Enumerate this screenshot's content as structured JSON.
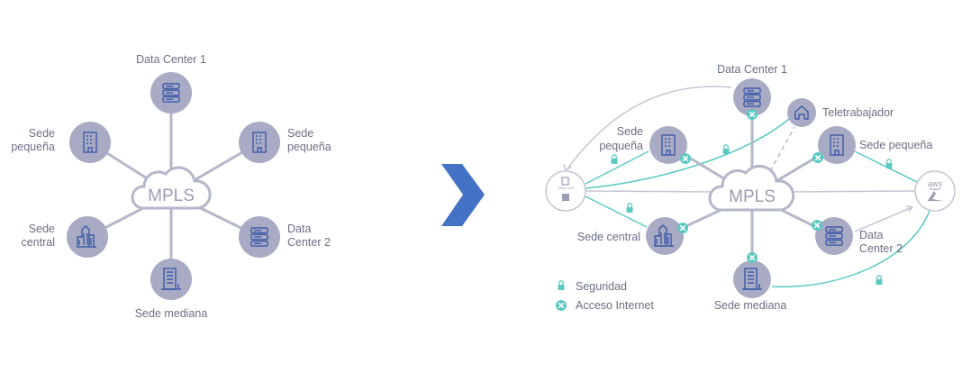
{
  "left_diagram": {
    "hub": "MPLS",
    "nodes": {
      "dc1": [
        "Data Center 1"
      ],
      "sede_pequena_left": [
        "Sede",
        "pequeña"
      ],
      "sede_pequena_right": [
        "Sede",
        "pequeña"
      ],
      "sede_central": [
        "Sede",
        "central"
      ],
      "dc2": [
        "Data",
        "Center 2"
      ],
      "sede_mediana": [
        "Sede mediana"
      ]
    }
  },
  "arrow_color": "#4472c4",
  "right_diagram": {
    "hub": "MPLS",
    "nodes": {
      "dc1": [
        "Data Center 1"
      ],
      "teletrabajador": [
        "Teletrabajador"
      ],
      "sede_pequena_left": [
        "Sede",
        "pequeña"
      ],
      "sede_pequena_right": [
        "Sede pequeña"
      ],
      "sede_central": [
        "Sede central"
      ],
      "dc2": [
        "Data",
        "Center 2"
      ],
      "sede_mediana": [
        "Sede mediana"
      ]
    },
    "cloud_apps_left": {
      "office_label": "Office 365"
    },
    "cloud_apps_right": {
      "aws_label": "aws"
    },
    "legend": [
      {
        "icon": "lock-icon",
        "label": "Seguridad"
      },
      {
        "icon": "x-circle-icon",
        "label": "Acceso Internet"
      }
    ],
    "colors": {
      "security": "#5cc8c2",
      "node": "#a8abc3",
      "icon": "#3d5ba8"
    }
  }
}
